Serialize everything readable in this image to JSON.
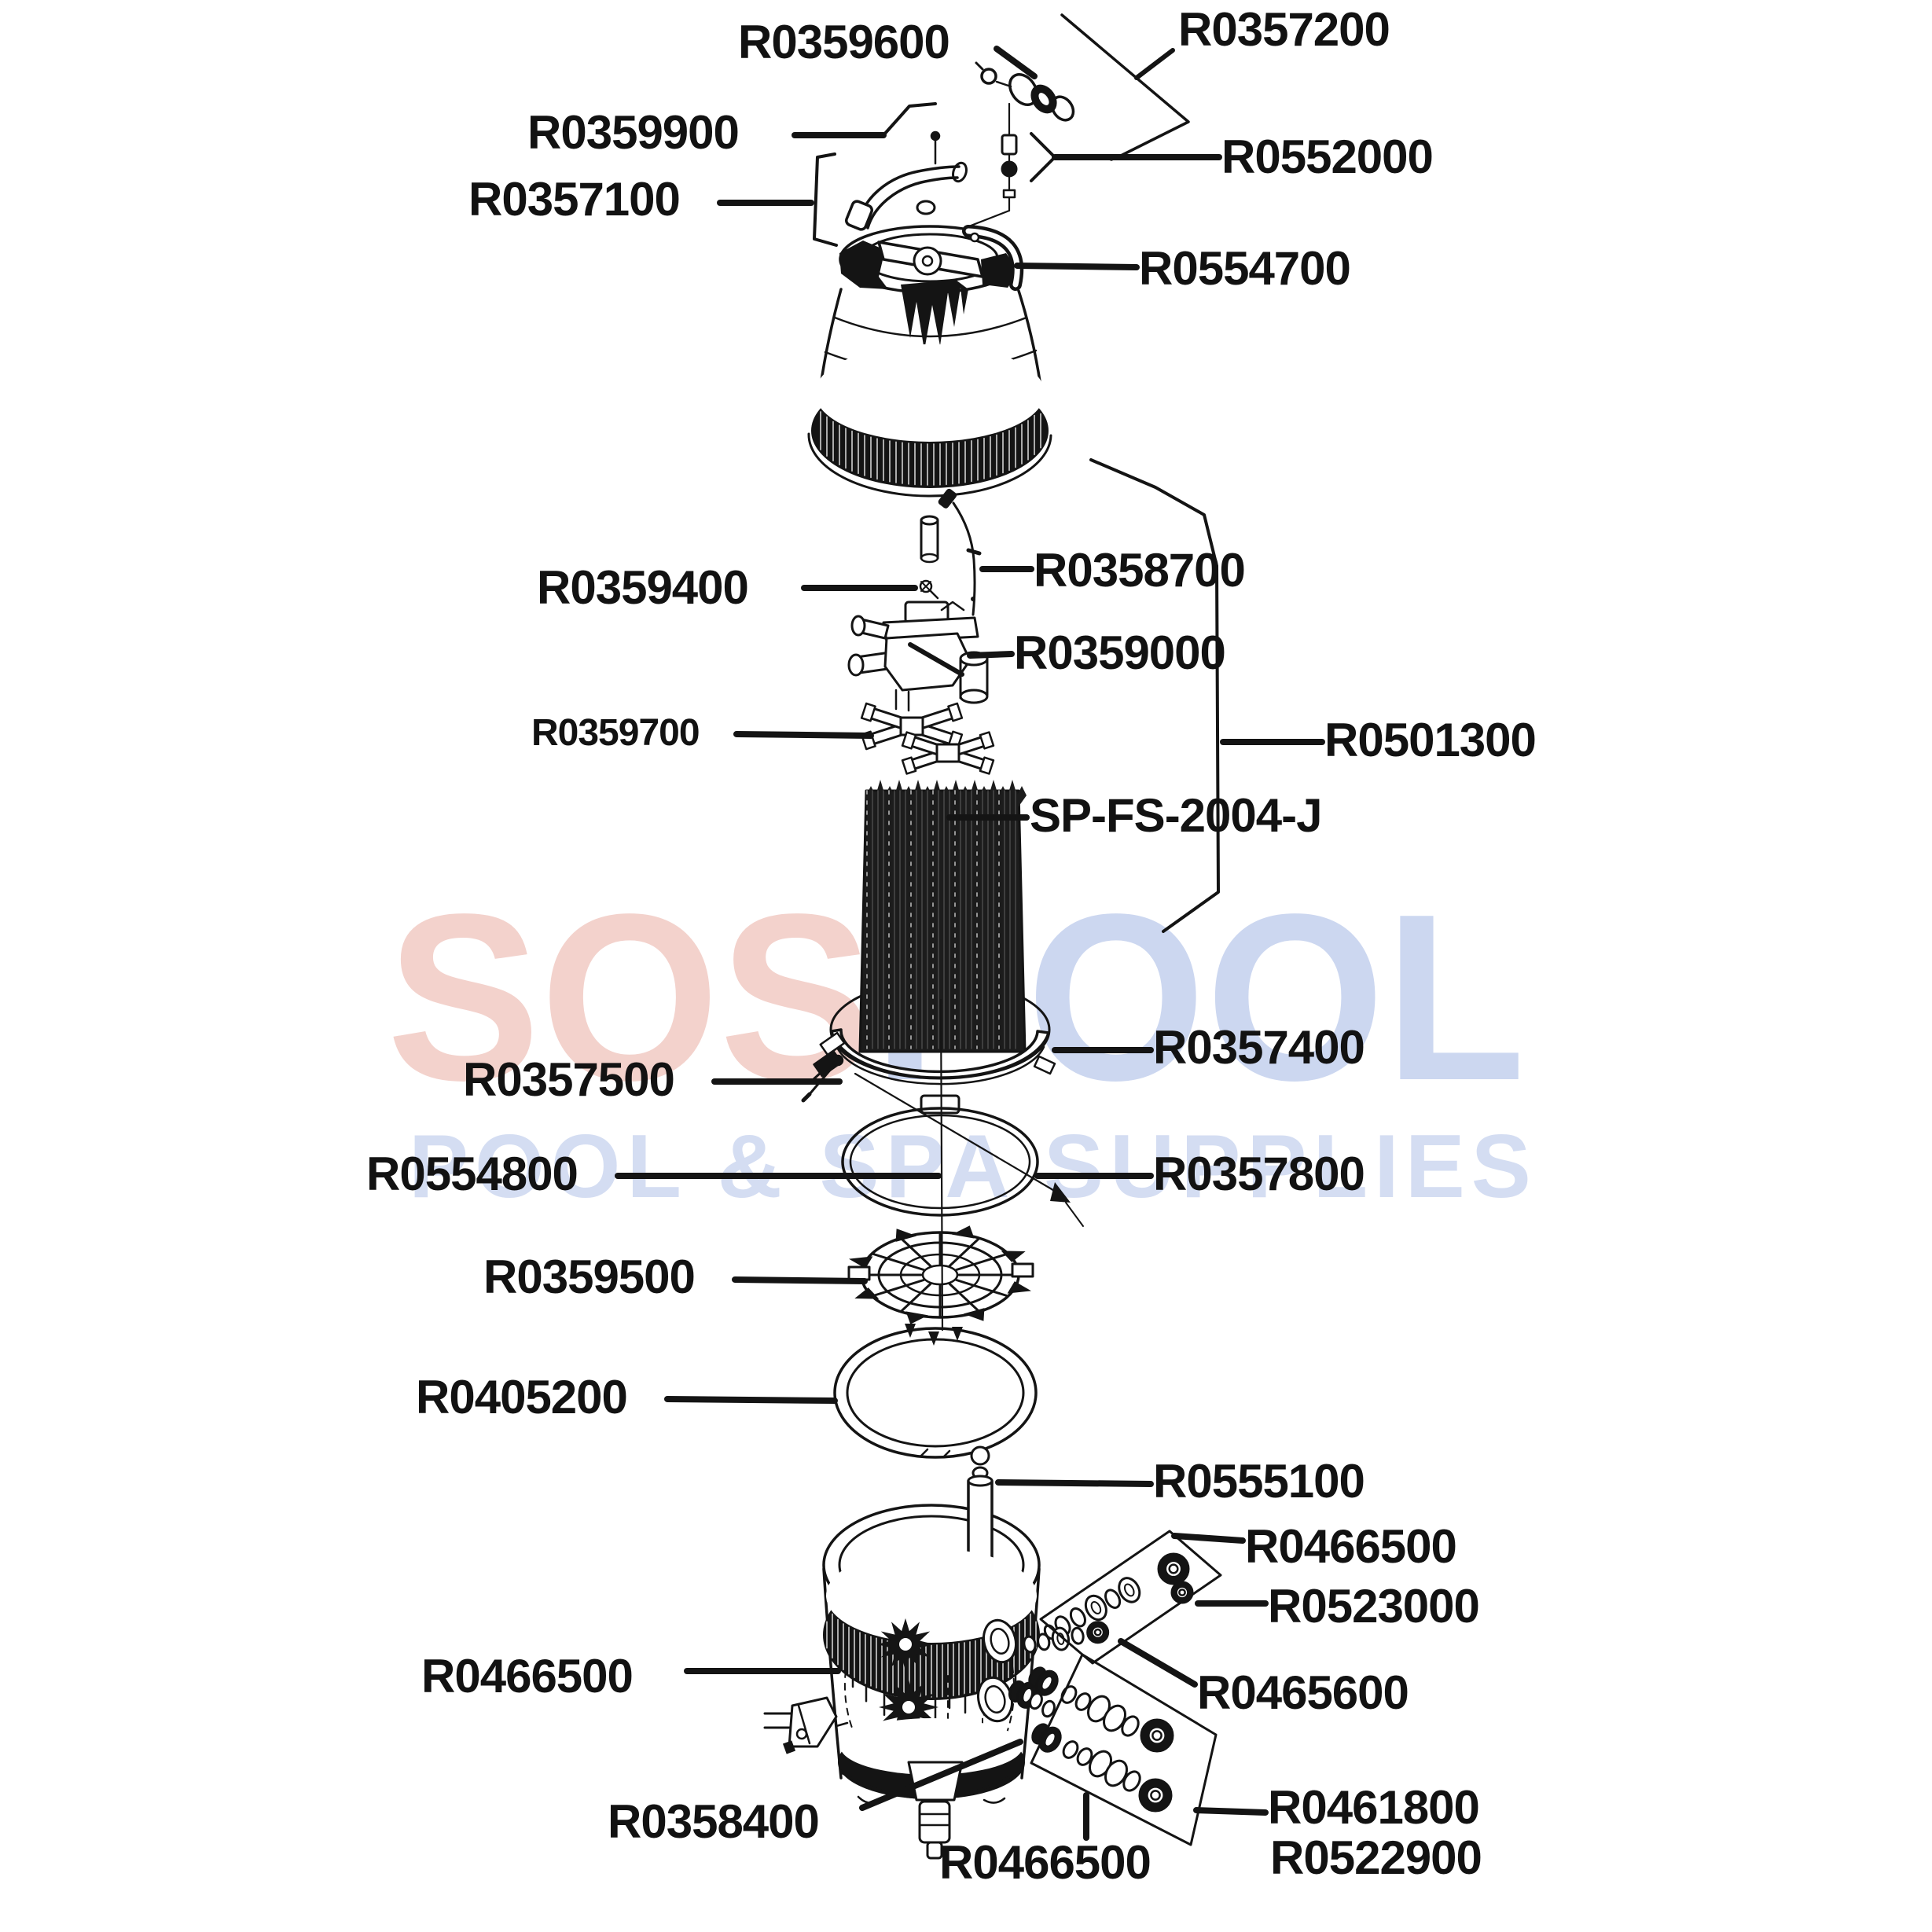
{
  "watermark": {
    "brand_left": "SOS",
    "brand_right": "POOL",
    "tagline": "POOL & SPA SUPPLIES",
    "pink": "#f3d2cc",
    "blue": "#ccd7f0"
  },
  "diagram": {
    "ink_color": "#141414",
    "background": "#ffffff"
  },
  "labels": [
    {
      "id": "r0359600",
      "text": "R0359600"
    },
    {
      "id": "r0357200",
      "text": "R0357200"
    },
    {
      "id": "r0359900",
      "text": "R0359900"
    },
    {
      "id": "r0552000",
      "text": "R0552000"
    },
    {
      "id": "r0357100",
      "text": "R0357100"
    },
    {
      "id": "r0554700",
      "text": "R0554700"
    },
    {
      "id": "r0358700",
      "text": "R0358700"
    },
    {
      "id": "r0359400",
      "text": "R0359400"
    },
    {
      "id": "r0359000",
      "text": "R0359000"
    },
    {
      "id": "r0359700",
      "text": "R0359700"
    },
    {
      "id": "r0501300",
      "text": "R0501300"
    },
    {
      "id": "sp-fs-2004-j",
      "text": "SP-FS-2004-J"
    },
    {
      "id": "r0357400",
      "text": "R0357400"
    },
    {
      "id": "r0357500",
      "text": "R0357500"
    },
    {
      "id": "r0554800",
      "text": "R0554800"
    },
    {
      "id": "r0357800",
      "text": "R0357800"
    },
    {
      "id": "r0359500",
      "text": "R0359500"
    },
    {
      "id": "r0405200",
      "text": "R0405200"
    },
    {
      "id": "r0555100",
      "text": "R0555100"
    },
    {
      "id": "r0466500-top",
      "text": "R0466500"
    },
    {
      "id": "r0523000",
      "text": "R0523000"
    },
    {
      "id": "r0466500-left",
      "text": "R0466500"
    },
    {
      "id": "r0465600",
      "text": "R0465600"
    },
    {
      "id": "r0358400",
      "text": "R0358400"
    },
    {
      "id": "r0461800",
      "text": "R0461800"
    },
    {
      "id": "r0522900",
      "text": "R0522900"
    },
    {
      "id": "r0466500-bottom",
      "text": "R0466500"
    }
  ]
}
